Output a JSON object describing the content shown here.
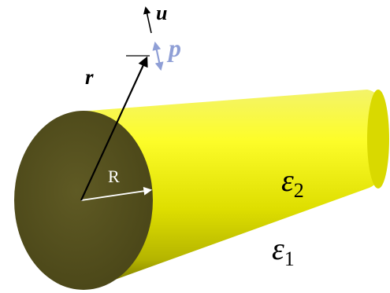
{
  "labels": {
    "u": "u",
    "p": "p",
    "r": "r",
    "R": "R",
    "eps2_symbol": "ε",
    "eps2_sub": "2",
    "eps1_symbol": "ε",
    "eps1_sub": "1"
  },
  "colors": {
    "cylinder_body": "#e6e600",
    "cylinder_end_cap": "#5a5420",
    "dipole_arrow": "#8f9fd6",
    "vector_arrows": "#000000",
    "radius_arrow": "#ffffff"
  }
}
